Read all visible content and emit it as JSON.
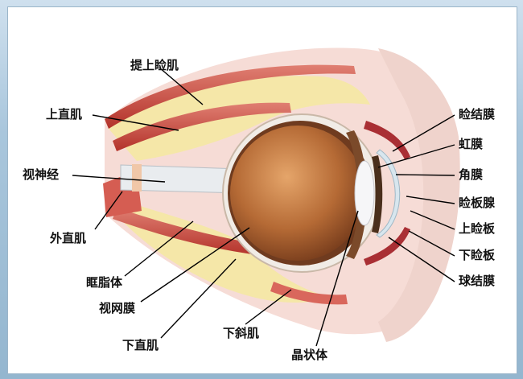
{
  "colors": {
    "fat": "#f5e7a8",
    "muscle": "#c9453b",
    "globe": "#b66a32",
    "tissue": "#f3d6d0",
    "leader": "#000000",
    "background": "#9fbdd5"
  },
  "labels": {
    "levator": "提上睑肌",
    "superior_rectus": "上直肌",
    "optic_nerve": "视神经",
    "lateral_rectus": "外直肌",
    "orbital_fat": "眶脂体",
    "retina": "视网膜",
    "inferior_rectus": "下直肌",
    "inferior_oblique": "下斜肌",
    "lens": "晶状体",
    "palpebral_conjunctiva": "睑结膜",
    "iris": "虹膜",
    "cornea": "角膜",
    "tarsal_gland": "睑板腺",
    "upper_tarsus": "上睑板",
    "lower_tarsus": "下睑板",
    "bulbar_conjunctiva": "球结膜"
  }
}
